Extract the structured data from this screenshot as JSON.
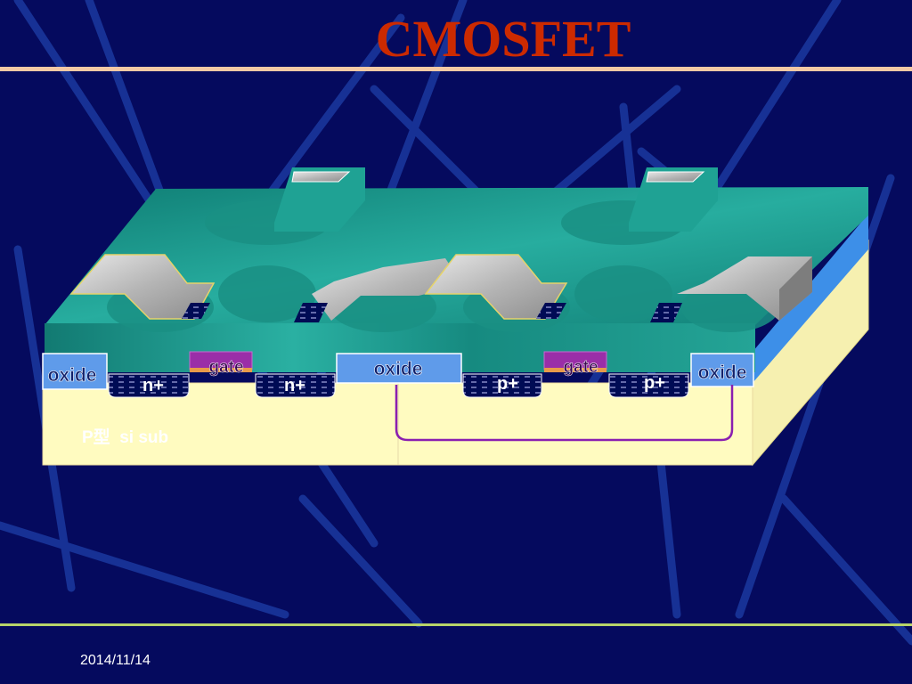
{
  "slide": {
    "title": "CMOSFET",
    "date": "2014/11/14"
  },
  "labels": {
    "oxide_left": "oxide",
    "oxide_center": "oxide",
    "oxide_right": "oxide",
    "gate_nmos": "gate",
    "gate_pmos": "gate",
    "n_plus_1": "n+",
    "n_plus_2": "n+",
    "p_plus_1": "p+",
    "p_plus_2": "p+",
    "substrate": "P型  si sub"
  },
  "colors": {
    "background": "#050a5e",
    "title": "#cc2a00",
    "teal": "#1f9a8e",
    "substrate": "#fffbc0",
    "oxide": "#5f9bea",
    "gate": "#9a2ea8",
    "well_line": "#8a1fb0",
    "diffusion": "#000b55"
  }
}
